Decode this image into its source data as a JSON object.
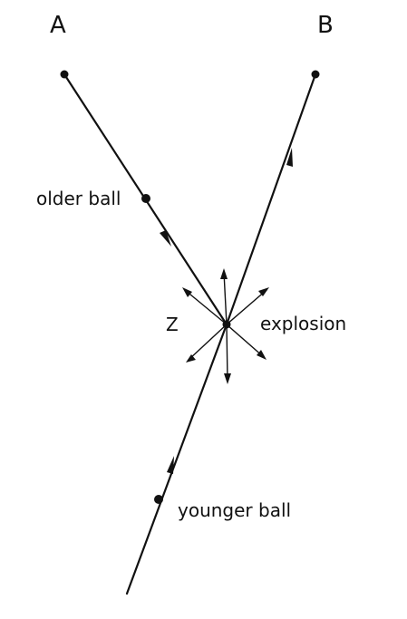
{
  "diagram": {
    "point_a_label": "A",
    "point_b_label": "B",
    "explosion_point_label": "Z",
    "explosion_label": "explosion",
    "older_ball_label": "older ball",
    "younger_ball_label": "younger ball"
  }
}
